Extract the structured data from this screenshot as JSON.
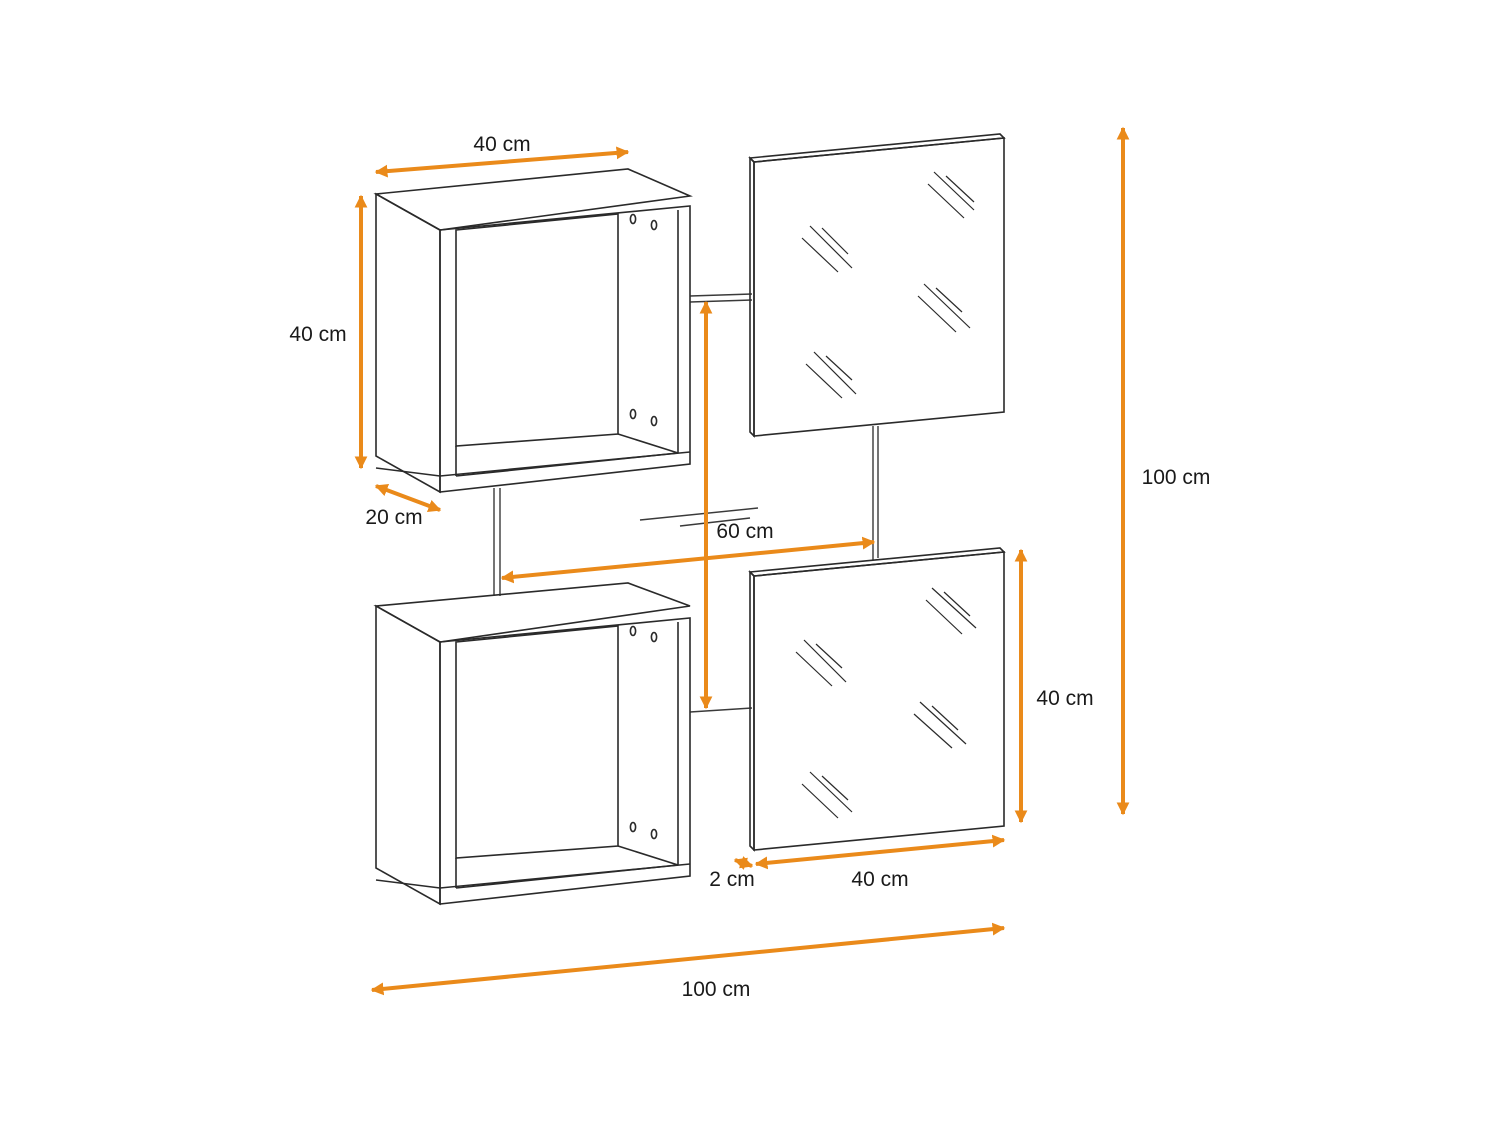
{
  "colors": {
    "dimension": "#ea8a1a",
    "line": "#2a2a2a"
  },
  "dimensions": {
    "cube_width": "40 cm",
    "cube_height": "40 cm",
    "cube_depth": "20 cm",
    "spacing": "60 cm",
    "total_height": "100 cm",
    "mirror_height": "40 cm",
    "mirror_thickness": "2 cm",
    "mirror_width": "40 cm",
    "total_width": "100 cm"
  }
}
